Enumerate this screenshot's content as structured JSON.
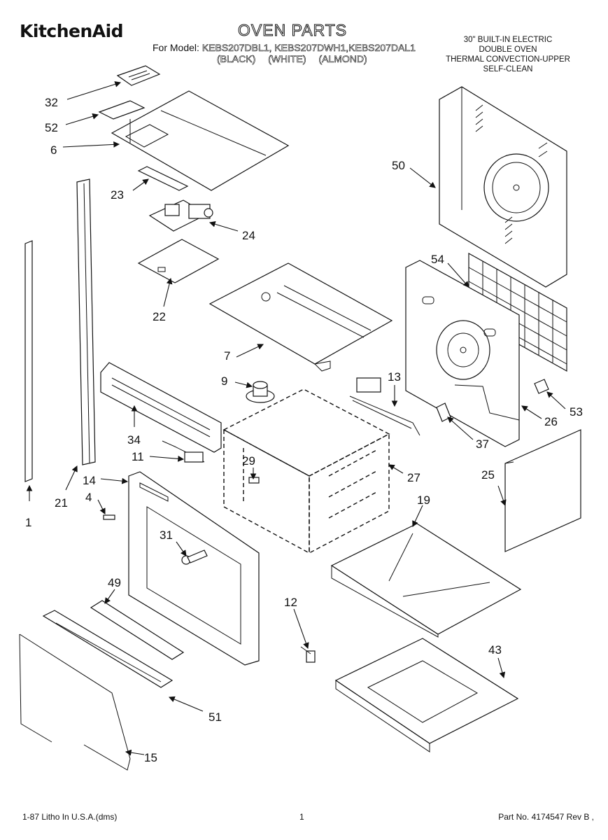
{
  "header": {
    "brand": "KitchenAid",
    "title": "OVEN PARTS",
    "model_prefix": "For Model:",
    "models": "KEBS207DBL1, KEBS207DWH1,KEBS207DAL1",
    "colors": [
      "(BLACK)",
      "(WHITE)",
      "(ALMOND)"
    ],
    "product_lines": [
      "30\" BUILT-IN ELECTRIC",
      "DOUBLE OVEN",
      "THERMAL CONVECTION-UPPER",
      "SELF-CLEAN"
    ]
  },
  "callouts": [
    {
      "id": "c32",
      "label": "32"
    },
    {
      "id": "c52",
      "label": "52"
    },
    {
      "id": "c6",
      "label": "6"
    },
    {
      "id": "c23",
      "label": "23"
    },
    {
      "id": "c24",
      "label": "24"
    },
    {
      "id": "c22",
      "label": "22"
    },
    {
      "id": "c50",
      "label": "50"
    },
    {
      "id": "c54",
      "label": "54"
    },
    {
      "id": "c7",
      "label": "7"
    },
    {
      "id": "c9",
      "label": "9"
    },
    {
      "id": "c13",
      "label": "13"
    },
    {
      "id": "c53",
      "label": "53"
    },
    {
      "id": "c26",
      "label": "26"
    },
    {
      "id": "c37",
      "label": "37"
    },
    {
      "id": "c34",
      "label": "34"
    },
    {
      "id": "c11",
      "label": "11"
    },
    {
      "id": "c29",
      "label": "29"
    },
    {
      "id": "c27",
      "label": "27"
    },
    {
      "id": "c25",
      "label": "25"
    },
    {
      "id": "c14",
      "label": "14"
    },
    {
      "id": "c4",
      "label": "4"
    },
    {
      "id": "c21",
      "label": "21"
    },
    {
      "id": "c1",
      "label": "1"
    },
    {
      "id": "c19",
      "label": "19"
    },
    {
      "id": "c31",
      "label": "31"
    },
    {
      "id": "c49",
      "label": "49"
    },
    {
      "id": "c12",
      "label": "12"
    },
    {
      "id": "c43",
      "label": "43"
    },
    {
      "id": "c51",
      "label": "51"
    },
    {
      "id": "c15",
      "label": "15"
    }
  ],
  "footer": {
    "left": "1-87 Litho In U.S.A.(dms)",
    "page": "1",
    "part_number": "Part No. 4174547 Rev B ,"
  }
}
